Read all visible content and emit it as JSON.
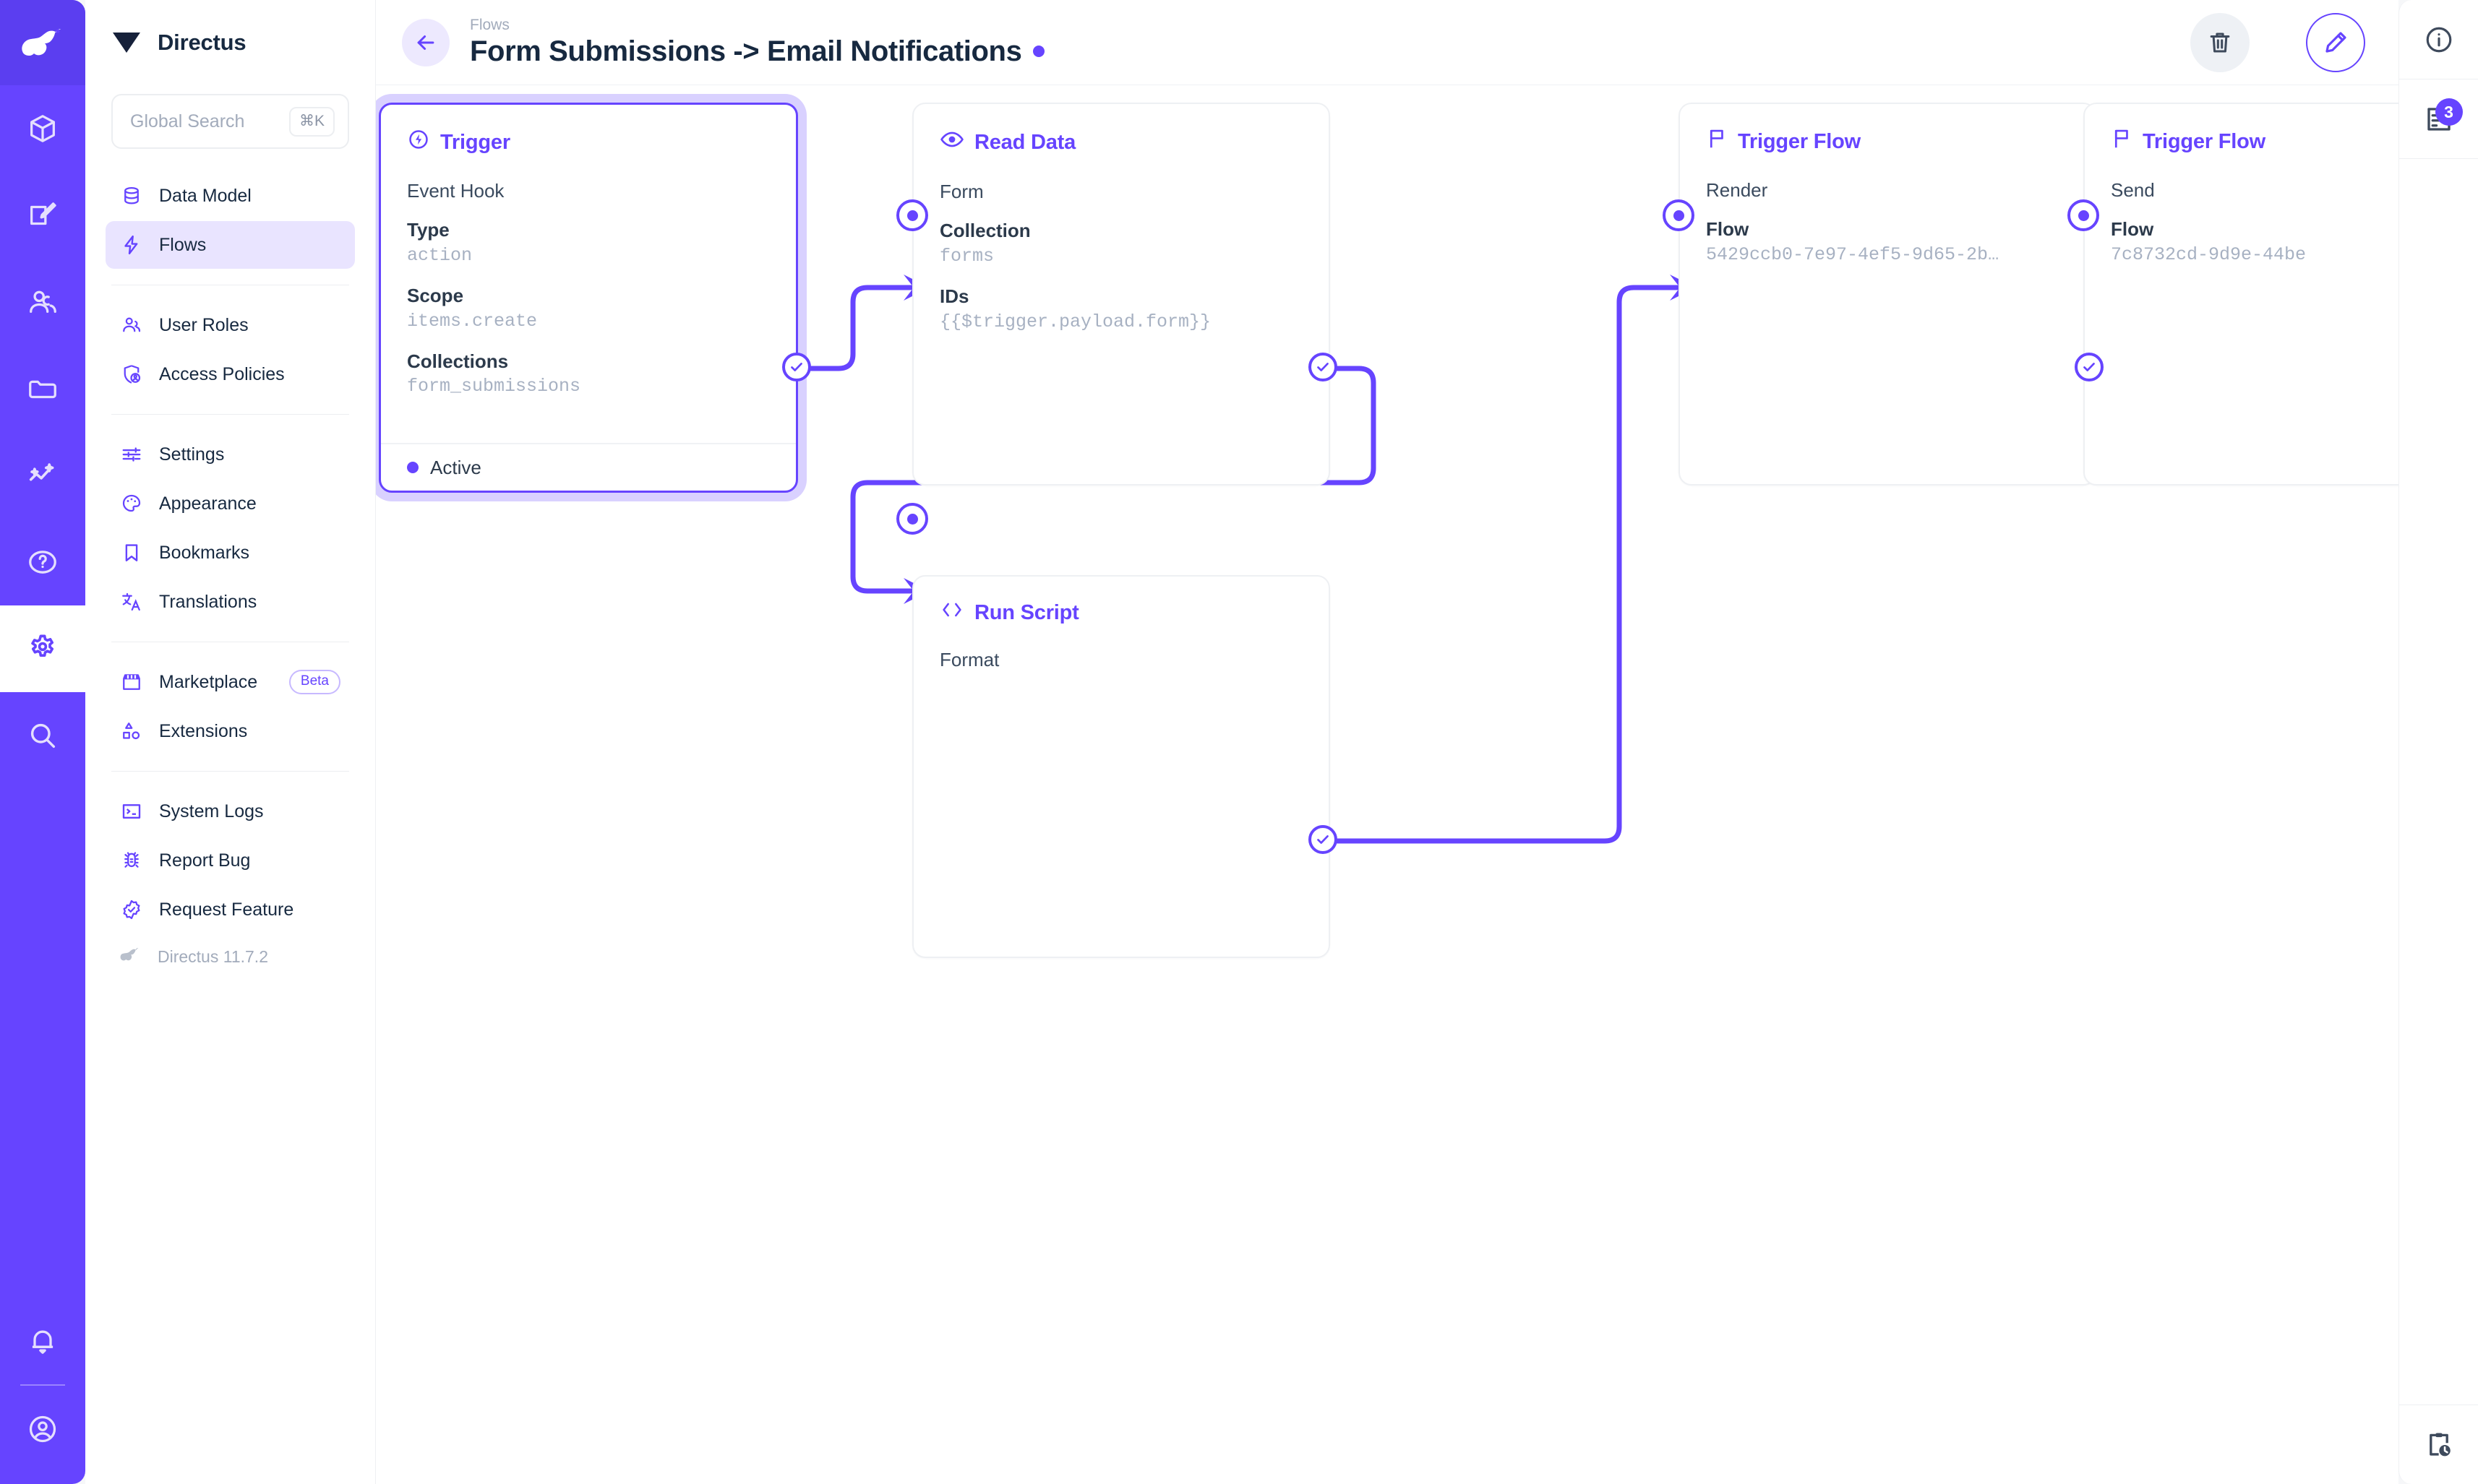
{
  "app": {
    "brand": "Directus",
    "version_label": "Directus 11.7.2"
  },
  "search": {
    "placeholder": "Global Search",
    "shortcut": "⌘K"
  },
  "rail": {
    "items": [
      {
        "name": "content-icon",
        "label": "Content"
      },
      {
        "name": "editor-icon",
        "label": "Editor"
      },
      {
        "name": "users-icon",
        "label": "Users"
      },
      {
        "name": "files-icon",
        "label": "Files"
      },
      {
        "name": "insights-icon",
        "label": "Insights"
      },
      {
        "name": "help-icon",
        "label": "Help"
      },
      {
        "name": "settings-icon",
        "label": "Settings"
      },
      {
        "name": "search-icon",
        "label": "Search"
      }
    ],
    "bottom": [
      {
        "name": "notifications-icon",
        "label": "Notifications"
      },
      {
        "name": "account-icon",
        "label": "Account"
      }
    ]
  },
  "sidebar": {
    "groups": [
      {
        "items": [
          {
            "label": "Data Model",
            "icon": "database-icon",
            "active": false
          },
          {
            "label": "Flows",
            "icon": "bolt-icon",
            "active": true
          }
        ]
      },
      {
        "items": [
          {
            "label": "User Roles",
            "icon": "people-icon",
            "active": false
          },
          {
            "label": "Access Policies",
            "icon": "shield-person-icon",
            "active": false
          }
        ]
      },
      {
        "items": [
          {
            "label": "Settings",
            "icon": "tune-icon",
            "active": false
          },
          {
            "label": "Appearance",
            "icon": "palette-icon",
            "active": false
          },
          {
            "label": "Bookmarks",
            "icon": "bookmark-icon",
            "active": false
          },
          {
            "label": "Translations",
            "icon": "translate-icon",
            "active": false
          }
        ]
      },
      {
        "items": [
          {
            "label": "Marketplace",
            "icon": "storefront-icon",
            "badge": "Beta",
            "active": false
          },
          {
            "label": "Extensions",
            "icon": "shapes-icon",
            "active": false
          }
        ]
      },
      {
        "items": [
          {
            "label": "System Logs",
            "icon": "terminal-icon",
            "active": false
          },
          {
            "label": "Report Bug",
            "icon": "bug-icon",
            "active": false
          },
          {
            "label": "Request Feature",
            "icon": "verified-icon",
            "active": false
          }
        ]
      }
    ]
  },
  "header": {
    "breadcrumb": "Flows",
    "title": "Form Submissions -> Email Notifications",
    "back_icon": "arrow-left-icon",
    "delete_icon": "trash-icon",
    "edit_icon": "pencil-icon",
    "status_dot_color": "#6644ff"
  },
  "rightbar": {
    "info_icon": "info-icon",
    "logs_icon": "logs-icon",
    "logs_badge": "3",
    "history_icon": "clipboard-clock-icon"
  },
  "flow": {
    "nodes": [
      {
        "id": "trigger",
        "icon": "bolt-circle-icon",
        "title": "Trigger",
        "selected": true,
        "subtitle": "Event Hook",
        "fields": [
          {
            "key": "Type",
            "value": "action"
          },
          {
            "key": "Scope",
            "value": "items.create"
          },
          {
            "key": "Collections",
            "value": "form_submissions"
          }
        ],
        "footer_status": "Active"
      },
      {
        "id": "read-data",
        "icon": "eye-icon",
        "title": "Read Data",
        "selected": false,
        "subtitle": "Form",
        "fields": [
          {
            "key": "Collection",
            "value": "forms"
          },
          {
            "key": "IDs",
            "value": "{{$trigger.payload.form}}"
          }
        ]
      },
      {
        "id": "trigger-flow-render",
        "icon": "flag-icon",
        "title": "Trigger Flow",
        "selected": false,
        "subtitle": "Render",
        "fields": [
          {
            "key": "Flow",
            "value": "5429ccb0-7e97-4ef5-9d65-2b…"
          }
        ]
      },
      {
        "id": "trigger-flow-send",
        "icon": "flag-icon",
        "title": "Trigger Flow",
        "selected": false,
        "subtitle": "Send",
        "fields": [
          {
            "key": "Flow",
            "value": "7c8732cd-9d9e-44be"
          }
        ]
      },
      {
        "id": "run-script",
        "icon": "code-icon",
        "title": "Run Script",
        "selected": false,
        "subtitle": "Format",
        "fields": []
      }
    ]
  },
  "colors": {
    "accent": "#6644ff",
    "accent_soft": "#e9e4ff",
    "text": "#172940",
    "muted": "#a2abbb"
  }
}
